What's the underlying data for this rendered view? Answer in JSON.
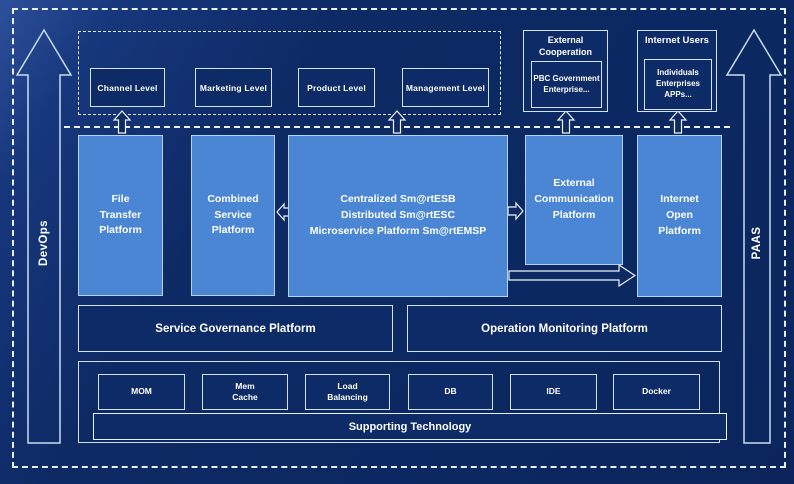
{
  "side_rails": {
    "devops": "DevOps",
    "paas": "PAAS"
  },
  "top_band": {
    "levels": [
      "Channel Level",
      "Marketing Level",
      "Product Level",
      "Management Level"
    ]
  },
  "external_cooperation": {
    "title": "External\nCooperation",
    "member": "PBC Government\nEnterprise..."
  },
  "internet_users": {
    "title": "Internet Users",
    "member": "Individuals\nEnterprises\nAPPs..."
  },
  "platform_row": {
    "file_transfer": "File\nTransfer\nPlatform",
    "combined_service": "Combined\nService\nPlatform",
    "esb": "Centralized Sm@rtESB\nDistributed Sm@rtESC\nMicroservice Platform Sm@rtEMSP",
    "external_communication": "External\nCommunication\nPlatform",
    "internet_open": "Internet\nOpen\nPlatform"
  },
  "management_row": {
    "service_governance": "Service Governance Platform",
    "operation_monitoring": "Operation Monitoring Platform"
  },
  "supporting": {
    "technologies": [
      "MOM",
      "Mem\nCache",
      "Load\nBalancing",
      "DB",
      "IDE",
      "Docker"
    ],
    "label": "Supporting Technology"
  },
  "colors": {
    "background": "#0d2a64",
    "platform_fill": "#4a86d4",
    "outline_light": "#d3e2f2",
    "dashed_white": "#e9f0f8",
    "text": "#ffffff"
  }
}
